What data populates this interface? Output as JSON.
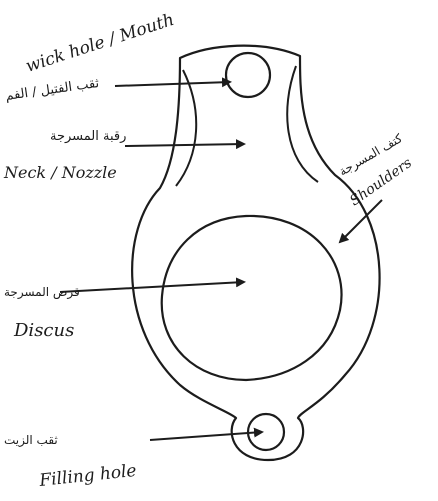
{
  "labels": {
    "wick_hole": {
      "english": "wick hole / Mouth",
      "arabic": "ثقب الفتيل / الفم"
    },
    "neck": {
      "english": "Neck / Nozzle",
      "arabic": "رقبة المسرجة"
    },
    "shoulders": {
      "english": "Shoulders",
      "arabic": "كتف المسرجة"
    },
    "discus": {
      "english": "Discus",
      "arabic": "قرص المسرجة"
    },
    "filling_hole": {
      "english": "Filling hole",
      "arabic": "ثقب الزيت"
    }
  },
  "colors": {
    "ink": "#1c1c1c",
    "paper": "#ffffff"
  }
}
